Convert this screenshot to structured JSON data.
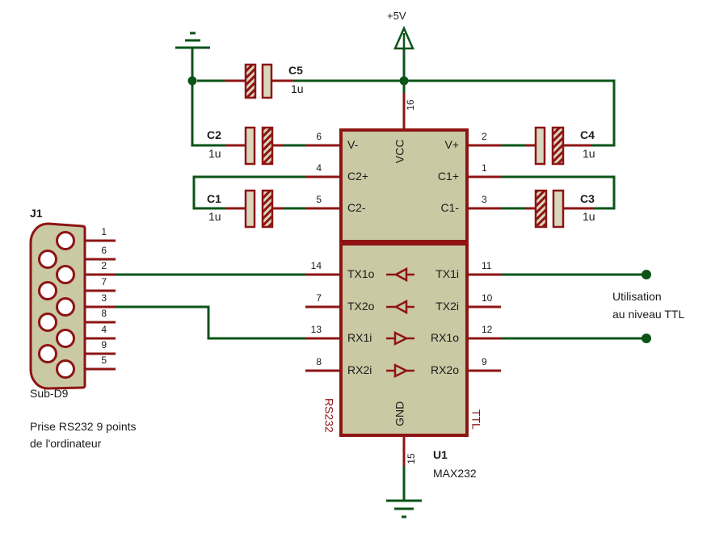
{
  "power": {
    "plus5v": "+5V"
  },
  "ic": {
    "ref": "U1",
    "part": "MAX232",
    "pin_names_left": [
      "V-",
      "C2+",
      "C2-",
      "TX1o",
      "TX2o",
      "RX1i",
      "RX2i"
    ],
    "pin_nums_left": [
      "6",
      "4",
      "5",
      "14",
      "7",
      "13",
      "8"
    ],
    "pin_names_right": [
      "V+",
      "C1+",
      "C1-",
      "TX1i",
      "TX2i",
      "RX1o",
      "RX2o"
    ],
    "pin_nums_right": [
      "2",
      "1",
      "3",
      "11",
      "10",
      "12",
      "9"
    ],
    "pin_top": {
      "num": "16",
      "name": "VCC"
    },
    "pin_bottom": {
      "num": "15",
      "name": "GND"
    },
    "side_label_left": "RS232",
    "side_label_right": "TTL"
  },
  "connector": {
    "ref": "J1",
    "name": "Sub-D9",
    "pin_numbers": [
      "1",
      "6",
      "2",
      "7",
      "3",
      "8",
      "4",
      "9",
      "5"
    ],
    "caption": [
      "Prise RS232 9 points",
      "de l'ordinateur"
    ]
  },
  "capacitors": [
    {
      "ref": "C5",
      "value": "1u"
    },
    {
      "ref": "C2",
      "value": "1u"
    },
    {
      "ref": "C1",
      "value": "1u"
    },
    {
      "ref": "C4",
      "value": "1u"
    },
    {
      "ref": "C3",
      "value": "1u"
    }
  ],
  "annotations": {
    "ttl_note": [
      "Utilisation",
      "au niveau TTL"
    ]
  },
  "colors": {
    "wire": "#0b5418",
    "component": "#8e1414",
    "body_fill": "#c9c9a4",
    "plate_fill": "#d8d8be",
    "background": "#ffffff"
  }
}
